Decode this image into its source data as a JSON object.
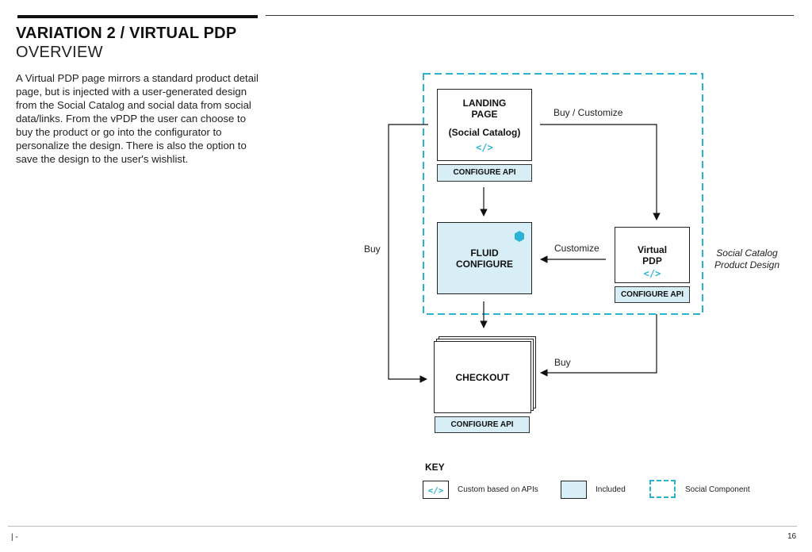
{
  "header": {
    "title": "VARIATION 2 / VIRTUAL PDP",
    "subtitle": "OVERVIEW",
    "description": "A Virtual PDP page mirrors a standard product detail page, but is injected with a user-generated design from the Social Catalog and social data from social data/links. From the vPDP the user can choose to buy the product or go into the configurator to personalize the design. There is also the option to save the design to the user's wishlist."
  },
  "nodes": {
    "landing": {
      "line1": "LANDING",
      "line2": "PAGE",
      "line3": "(Social Catalog)",
      "code": "</>",
      "api": "CONFIGURE API"
    },
    "fluid": {
      "line1": "FLUID",
      "line2": "CONFIGURE"
    },
    "virtual": {
      "line1": "Virtual",
      "line2": "PDP",
      "code": "</>",
      "api": "CONFIGURE API"
    },
    "checkout": {
      "line1": "CHECKOUT",
      "api": "CONFIGURE API"
    }
  },
  "edges": {
    "buy_customize": "Buy / Customize",
    "customize": "Customize",
    "buy_left": "Buy",
    "buy_right": "Buy"
  },
  "social_note": {
    "line1": "Social Catalog",
    "line2": "Product Design"
  },
  "key": {
    "title": "KEY",
    "code_symbol": "</>",
    "custom": "Custom based on APIs",
    "included": "Included",
    "social": "Social Component"
  },
  "footer": {
    "left": "|  -",
    "page": "16"
  },
  "colors": {
    "accent": "#2ab3d4",
    "fill": "#d8eef6",
    "ink": "#111111"
  }
}
